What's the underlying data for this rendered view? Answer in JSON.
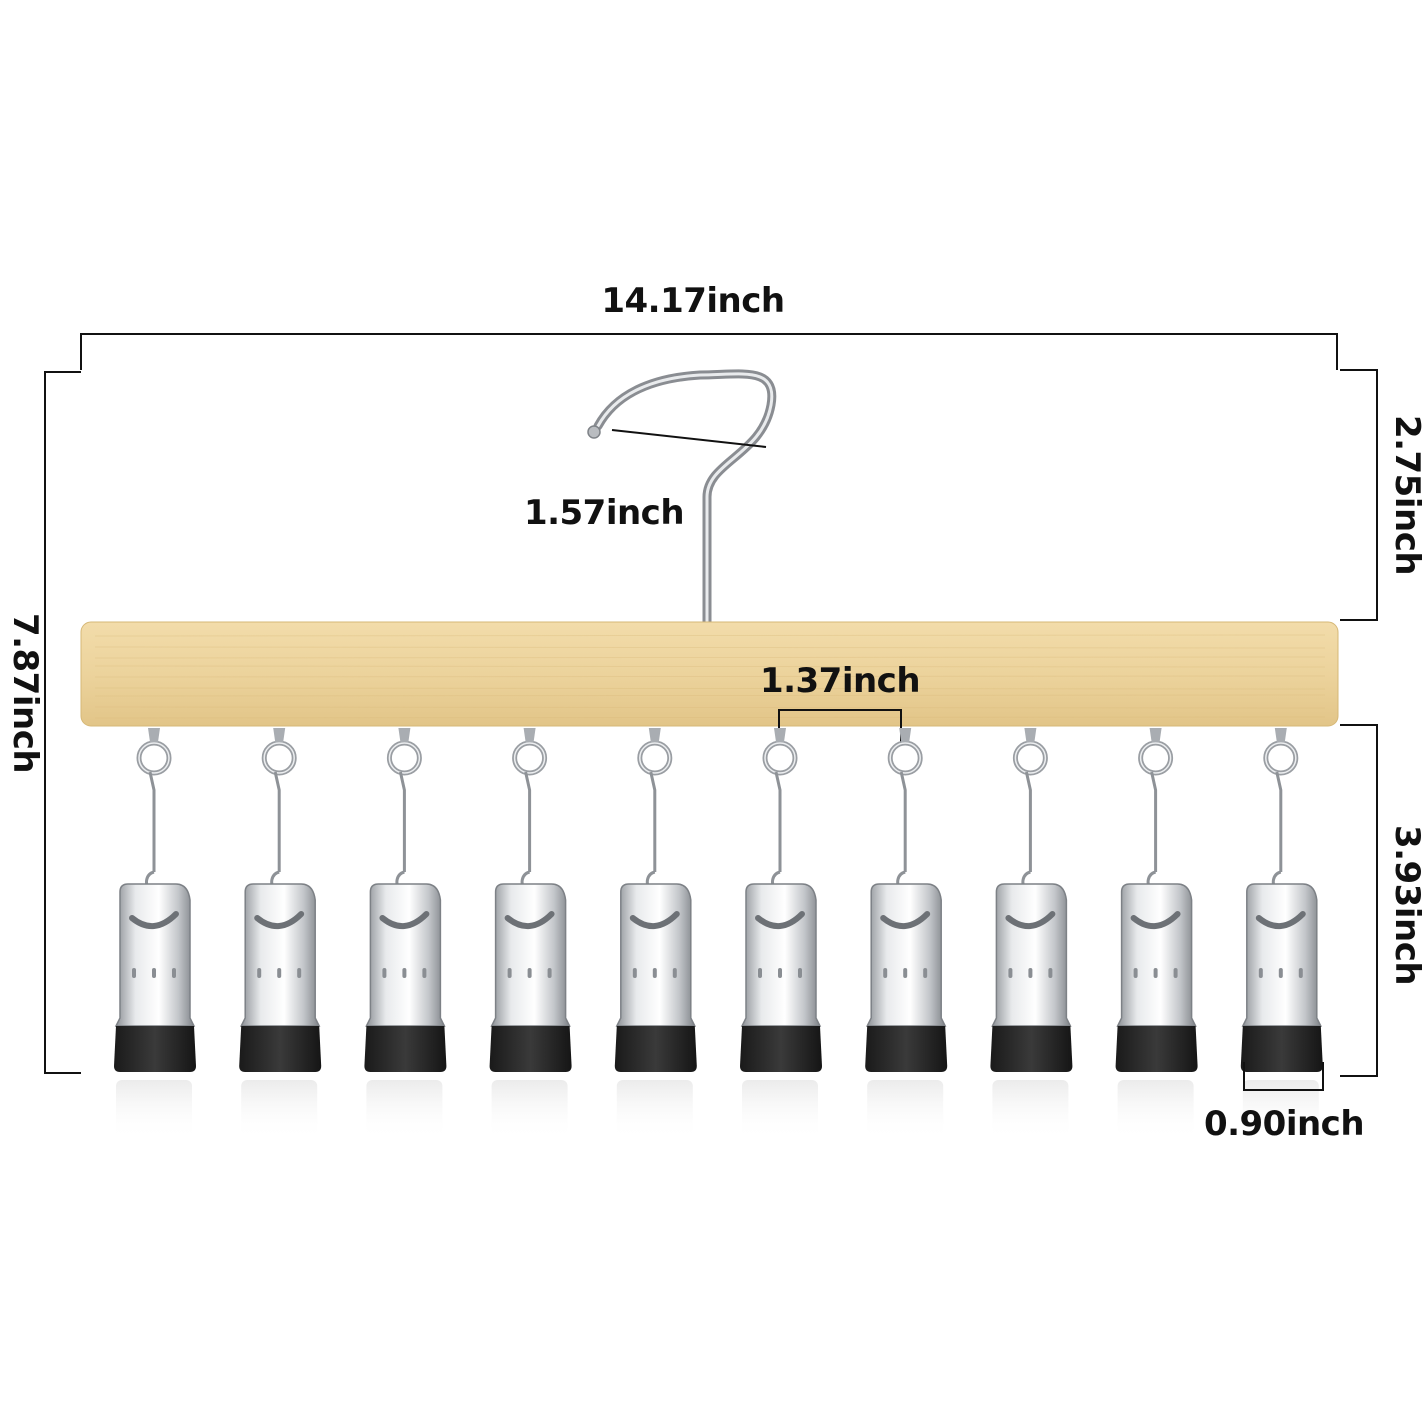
{
  "dimensions": {
    "total_width": "14.17inch",
    "total_height": "7.87inch",
    "hook_diameter": "1.57inch",
    "hook_height": "2.75inch",
    "clip_spacing": "1.37inch",
    "clip_height": "3.93inch",
    "clip_width": "0.90inch"
  },
  "product": {
    "clip_count": 10
  },
  "colors": {
    "bar": "#ecd39c",
    "bar_grain": "#d9b97a",
    "hook": "#b9bcc0",
    "clip_metal": "#c9ccd0",
    "clip_tip": "#2a2a2a",
    "line": "#111111"
  }
}
